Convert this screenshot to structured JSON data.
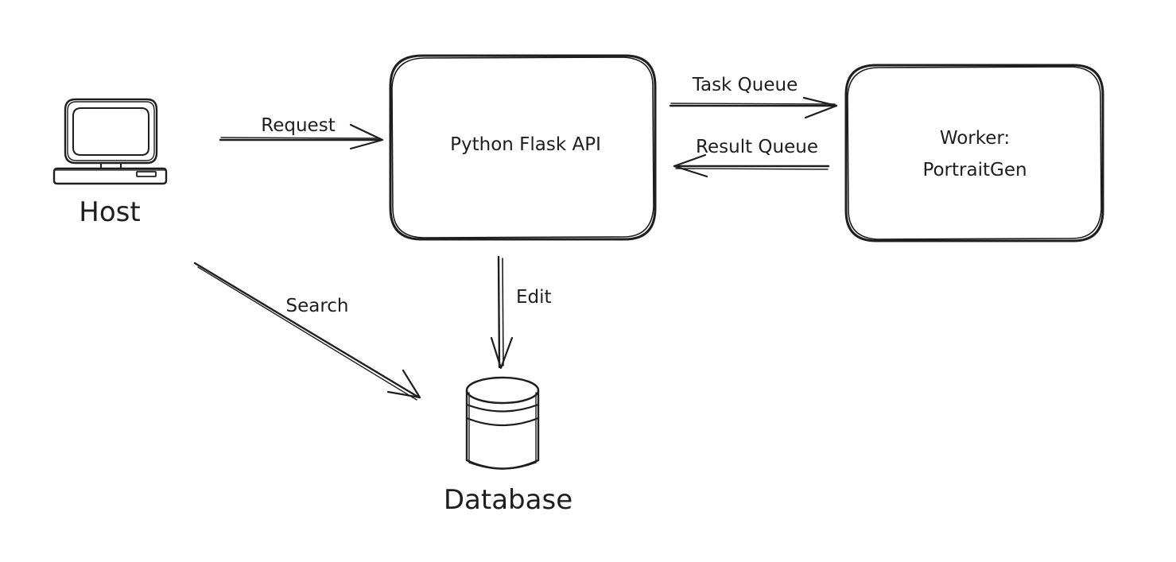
{
  "diagram": {
    "nodes": {
      "host": {
        "label": "Host",
        "icon": "laptop-icon"
      },
      "api": {
        "label": "Python Flask API"
      },
      "worker": {
        "label_line1": "Worker:",
        "label_line2": "PortraitGen"
      },
      "database": {
        "label": "Database",
        "icon": "database-icon"
      }
    },
    "edges": {
      "request": {
        "from": "Host",
        "to": "Python Flask API",
        "label": "Request"
      },
      "task_queue": {
        "from": "Python Flask API",
        "to": "Worker: PortraitGen",
        "label": "Task Queue"
      },
      "result_queue": {
        "from": "Worker: PortraitGen",
        "to": "Python Flask API",
        "label": "Result Queue"
      },
      "edit": {
        "from": "Python Flask API",
        "to": "Database",
        "label": "Edit"
      },
      "search": {
        "from": "Host",
        "to": "Database",
        "label": "Search"
      }
    },
    "colors": {
      "ink": "#1e1e1e",
      "background": "#ffffff"
    }
  }
}
